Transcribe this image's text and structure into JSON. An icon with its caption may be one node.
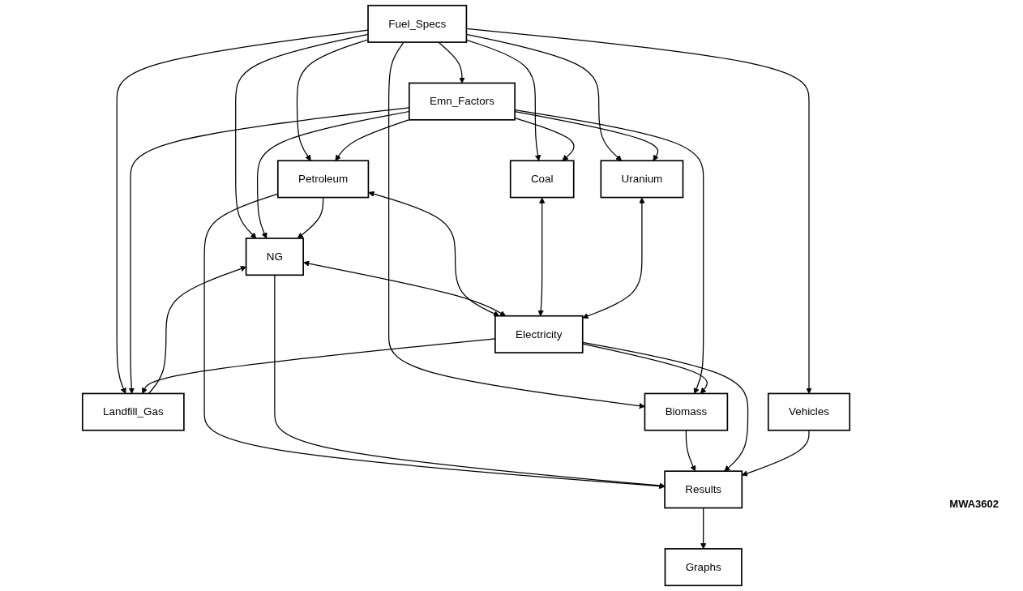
{
  "diagram": {
    "nodes": [
      {
        "text": [
          "Fuel_Specs"
        ]
      },
      {
        "text": [
          "Emn_Factors"
        ]
      },
      {
        "text": [
          "Petroleum"
        ]
      },
      {
        "text": [
          "NG"
        ]
      },
      {
        "text": [
          "Landfill_Gas"
        ]
      },
      {
        "text": [
          "Biomass"
        ]
      },
      {
        "text": [
          "Coal"
        ]
      },
      {
        "text": [
          "Uranium"
        ]
      },
      {
        "text": [
          "Electricity"
        ]
      },
      {
        "text": [
          "Vehicles"
        ]
      },
      {
        "text": [
          "Results"
        ]
      },
      {
        "text": [
          "Graphs"
        ]
      }
    ],
    "edges": [
      {
        "from": 0,
        "to": 1,
        "arrow": "to"
      },
      {
        "from": 0,
        "to": 9,
        "arrow": "to"
      },
      {
        "from": 0,
        "to": 2,
        "arrow": "to"
      },
      {
        "from": 0,
        "to": 3,
        "arrow": "to"
      },
      {
        "from": 0,
        "to": 4,
        "arrow": "to"
      },
      {
        "from": 0,
        "to": 5,
        "arrow": "to"
      },
      {
        "from": 0,
        "to": 6,
        "arrow": "to"
      },
      {
        "from": 0,
        "to": 7,
        "arrow": "to"
      },
      {
        "from": 1,
        "to": 2,
        "arrow": "to"
      },
      {
        "from": 1,
        "to": 3,
        "arrow": "to"
      },
      {
        "from": 1,
        "to": 4,
        "arrow": "to"
      },
      {
        "from": 1,
        "to": 5,
        "arrow": "to"
      },
      {
        "from": 1,
        "to": 6,
        "arrow": "to"
      },
      {
        "from": 1,
        "to": 7,
        "arrow": "to"
      },
      {
        "from": 2,
        "to": 3,
        "arrow": "to"
      },
      {
        "from": 4,
        "to": 3,
        "arrow": "to"
      },
      {
        "from": 2,
        "to": 8,
        "arrow": "both"
      },
      {
        "from": 3,
        "to": 8,
        "arrow": "both"
      },
      {
        "from": 8,
        "to": 4,
        "arrow": "to"
      },
      {
        "from": 8,
        "to": 5,
        "arrow": "to"
      },
      {
        "from": 6,
        "to": 8,
        "arrow": "both"
      },
      {
        "from": 7,
        "to": 8,
        "arrow": "both"
      },
      {
        "from": 2,
        "to": 10,
        "arrow": "to"
      },
      {
        "from": 3,
        "to": 10,
        "arrow": "to"
      },
      {
        "from": 5,
        "to": 10,
        "arrow": "to"
      },
      {
        "from": 8,
        "to": 10,
        "arrow": "to"
      },
      {
        "from": 9,
        "to": 10,
        "arrow": "to"
      },
      {
        "from": 10,
        "to": 11,
        "arrow": "to"
      }
    ],
    "labels": [
      "MWA3602"
    ]
  }
}
